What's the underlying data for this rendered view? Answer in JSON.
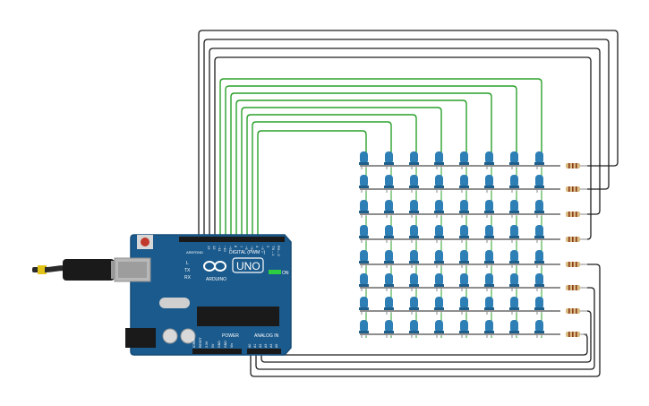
{
  "board": {
    "name": "UNO",
    "brand": "ARDUINO",
    "digital_label": "DIGITAL (PWM ~)",
    "power_label": "POWER",
    "analog_label": "ANALOG IN",
    "on_label": "ON",
    "tx_label": "TX",
    "rx_label": "RX",
    "l_label": "L",
    "aref_label": "AREF",
    "gnd_label": "GND",
    "digital_pins": [
      "13",
      "12",
      "~11",
      "~10",
      "~9",
      "8",
      "7",
      "~6",
      "~5",
      "4",
      "~3",
      "2",
      "TX→1",
      "RX←0"
    ],
    "power_pins": [
      "IOREF",
      "RESET",
      "3.3V",
      "5V",
      "GND",
      "GND",
      "Vin"
    ],
    "analog_pins": [
      "A0",
      "A1",
      "A2",
      "A3",
      "A4",
      "A5"
    ]
  },
  "matrix": {
    "rows": 8,
    "cols": 8,
    "led_color": "#1f6f9e"
  },
  "colors": {
    "board": "#1b5a8c",
    "board_edge": "#174d78",
    "wire_green": "#2aa12a",
    "wire_black": "#1e1e1e",
    "resistor": "#d9bc82",
    "led_body": "#2d7fb6",
    "led_dark": "#1f5f8c"
  }
}
